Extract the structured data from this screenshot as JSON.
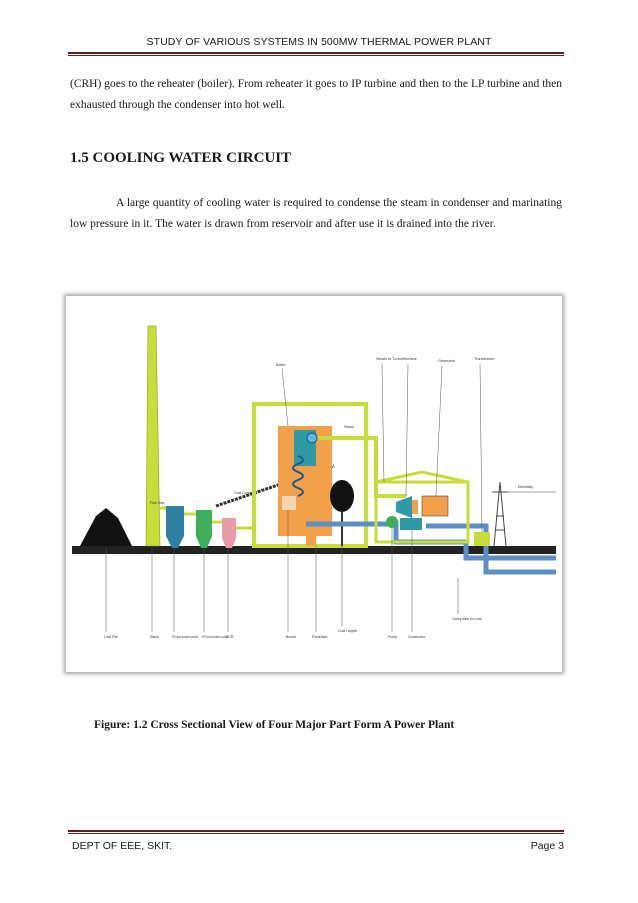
{
  "header": {
    "title": "STUDY OF VARIOUS SYSTEMS IN 500MW THERMAL POWER PLANT"
  },
  "body": {
    "para1": "(CRH) goes to the reheater (boiler). From reheater it goes to IP turbine and then to the LP turbine and then exhausted through the condenser into hot well.",
    "section_heading": "1.5 COOLING WATER CIRCUIT",
    "para2": "A large quantity of cooling water is required to condense the steam in condenser and marinating low pressure in it. The water is drawn from reservoir and after use it is drained into the river."
  },
  "figure": {
    "caption": "Figure: 1.2  Cross Sectional View of Four Major Part Form A  Power Plant",
    "labels": {
      "boiler": "Boiler",
      "steam_to_turbine": "Steam to Turbine",
      "turbine": "Turbine",
      "generator": "Generator",
      "transformer": "Transformer",
      "electricity": "Electricity",
      "flue_gas": "Flue Gas",
      "coal_conveyor": "Coal Conveyor",
      "steam": "Steam",
      "coal_pile": "Coal Pile",
      "stack": "Stack",
      "fgd": "FGD Gypsum (recyclable by-product)",
      "esp": "ESP Fly Ash (recyclable by-product)",
      "scr": "SCR",
      "burner": "Burner",
      "pulverizer": "Pulverizer",
      "coal_hopper": "Coal Hopper",
      "pump": "Pump",
      "condenser": "Condenser",
      "cooling_water": "Cooling Water from Lake"
    }
  },
  "footer": {
    "left": "DEPT OF EEE, SKIT.",
    "right": "Page 3"
  },
  "colors": {
    "accent_rule": "#5a1f1f",
    "frame_yellow_green": "#c8dc3a",
    "orange": "#f2a04a",
    "blue_pipe": "#5d8fc6",
    "teal": "#2f9aa6",
    "green": "#3fae5b",
    "ground": "#1f1f1f"
  }
}
